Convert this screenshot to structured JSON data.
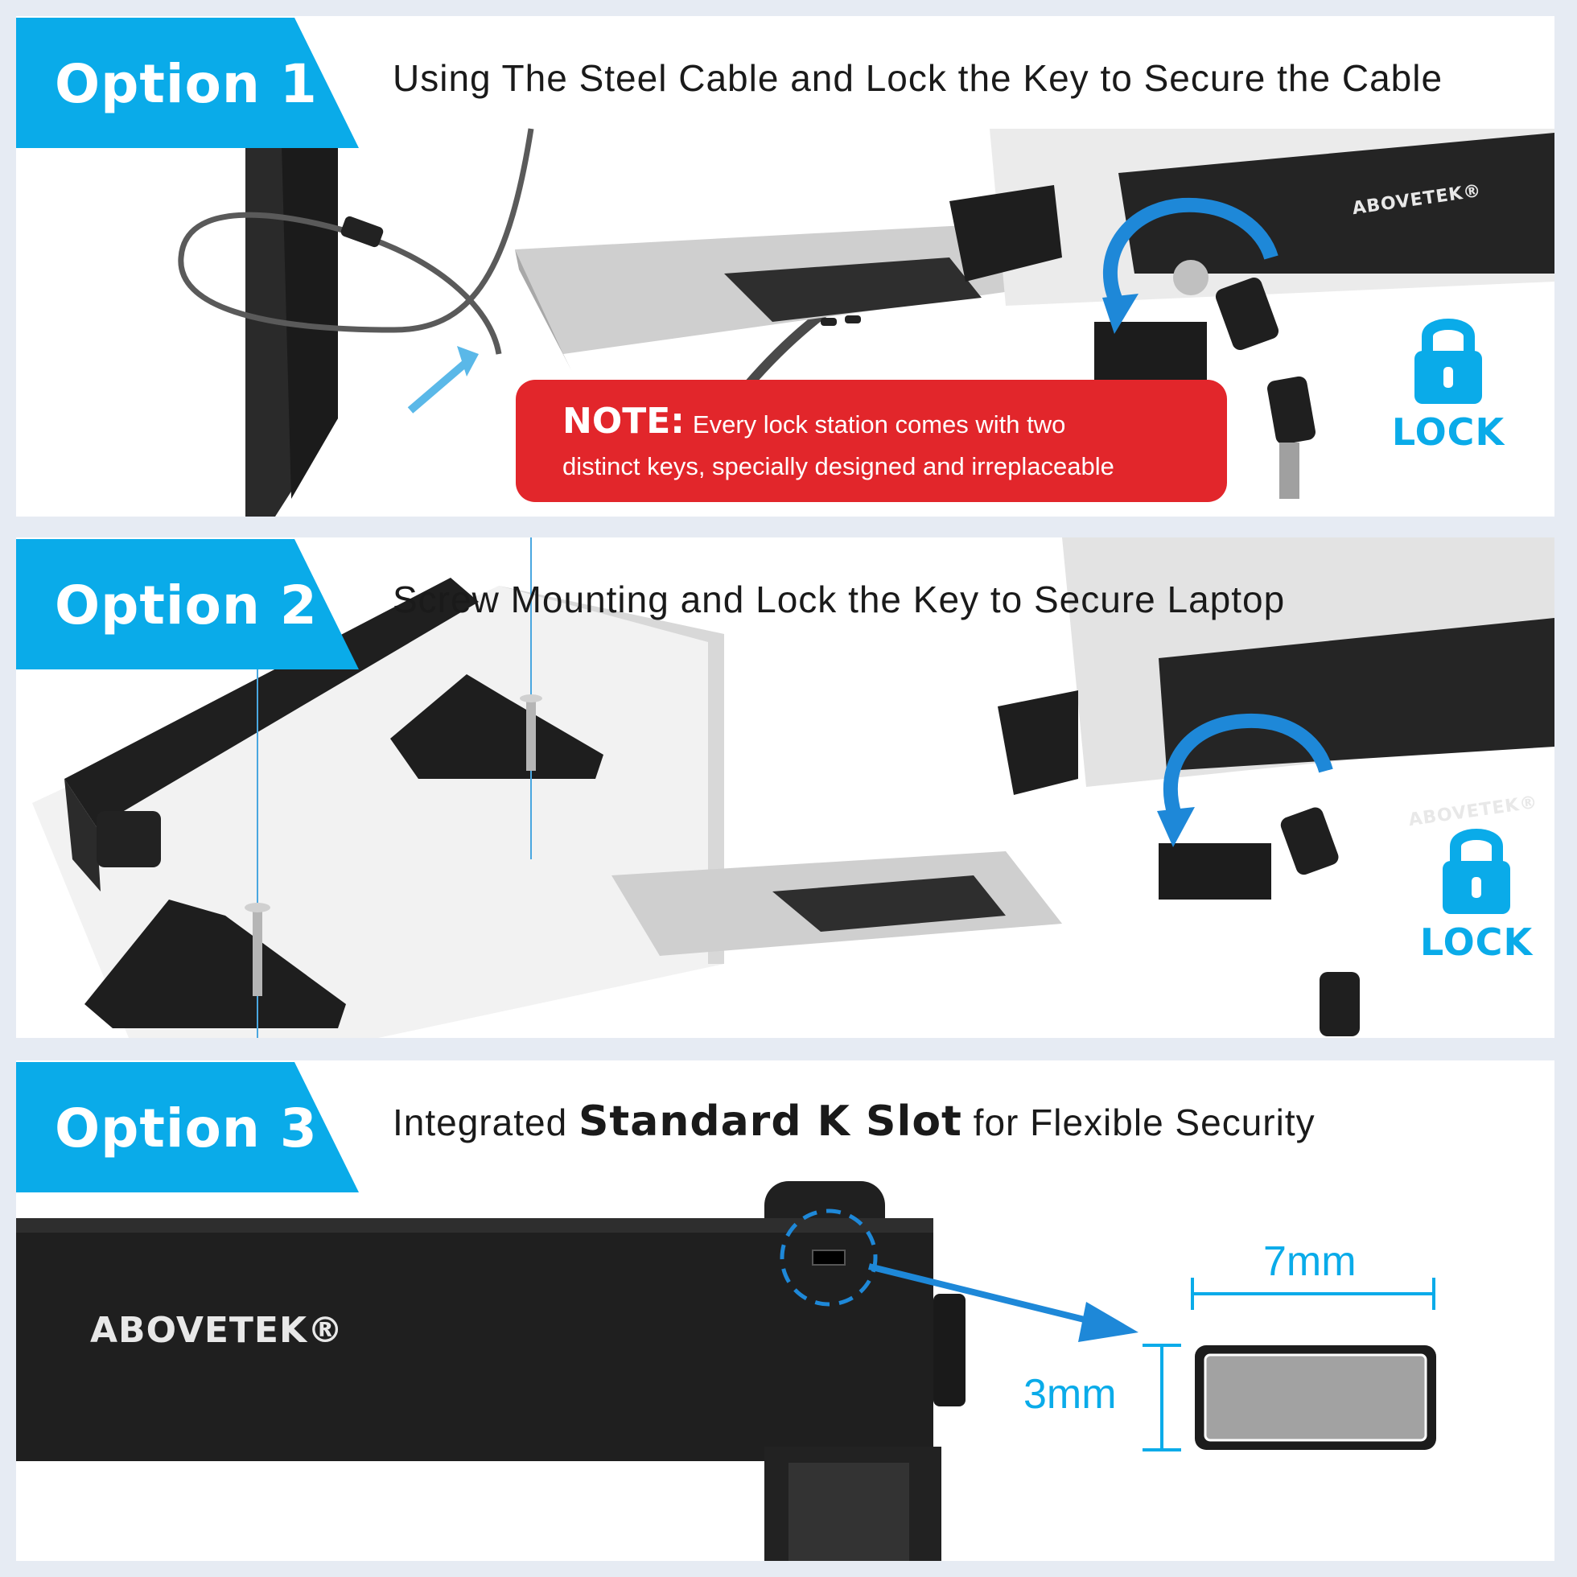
{
  "panels": [
    {
      "option": "Option 1",
      "headline": "Using The Steel Cable and Lock the Key to Secure the Cable",
      "note_label": "NOTE:",
      "note_line1": "Every lock station comes with two",
      "note_line2": "distinct keys, specially designed and irreplaceable",
      "lock_label": "LOCK",
      "brand": "ABOVETEK®"
    },
    {
      "option": "Option 2",
      "headline": "Screw Mounting and Lock the Key to Secure Laptop",
      "lock_label": "LOCK",
      "brand": "ABOVETEK®"
    },
    {
      "option": "Option 3",
      "headline_pre": "Integrated ",
      "headline_bold": "Standard K Slot",
      "headline_post": " for Flexible Security",
      "brand": "ABOVETEK®",
      "width_label": "7mm",
      "height_label": "3mm"
    }
  ],
  "colors": {
    "accent": "#0aabe9",
    "note_red": "#e2262b",
    "background": "#e6ebf3"
  },
  "icons": [
    "padlock-icon",
    "rotate-arrow-icon",
    "slot-pointer-arrow-icon",
    "key-icon"
  ]
}
